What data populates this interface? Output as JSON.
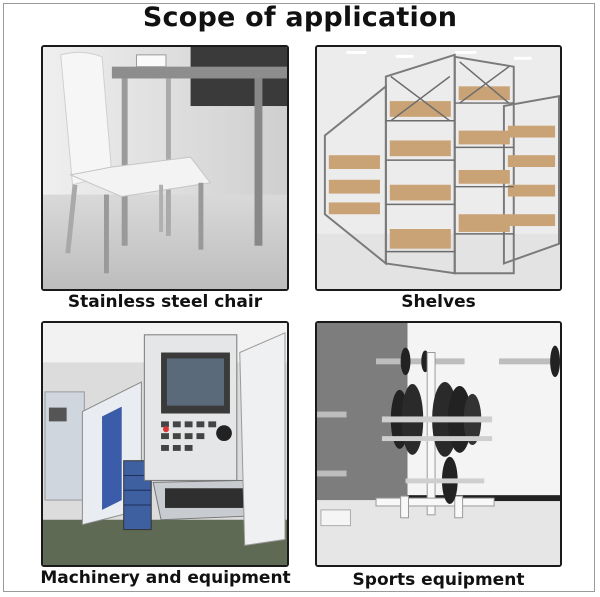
{
  "title": "Scope of application",
  "panels": [
    {
      "caption": "Stainless steel chair",
      "image": "stainless-steel-chair-photo"
    },
    {
      "caption": "Shelves",
      "image": "warehouse-shelves-photo"
    },
    {
      "caption": "Machinery and equipment",
      "image": "cnc-machinery-photo"
    },
    {
      "caption": "Sports equipment",
      "image": "weight-plate-rack-photo"
    }
  ]
}
